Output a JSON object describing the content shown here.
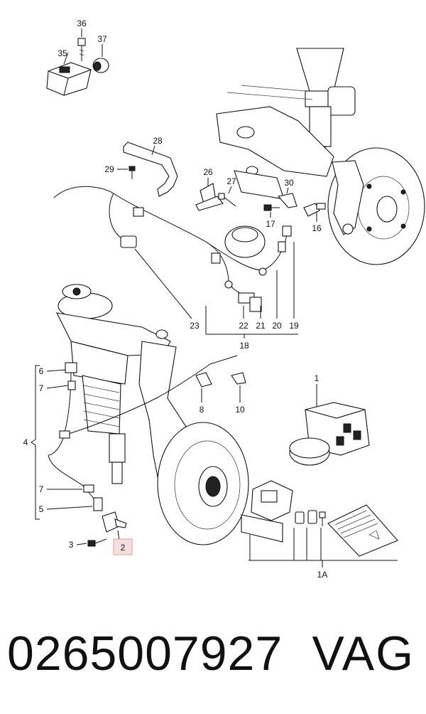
{
  "diagram": {
    "callouts": {
      "c1": "1",
      "c1a": "1A",
      "c2": "2",
      "c3": "3",
      "c4": "4",
      "c5": "5",
      "c6": "6",
      "c7a": "7",
      "c7b": "7",
      "c8": "8",
      "c10": "10",
      "c16": "16",
      "c17": "17",
      "c18": "18",
      "c19": "19",
      "c20": "20",
      "c21": "21",
      "c22": "22",
      "c23": "23",
      "c26": "26",
      "c27": "27",
      "c28": "28",
      "c29": "29",
      "c30": "30",
      "c35": "35",
      "c36": "36",
      "c37": "37"
    },
    "highlighted_callout": "2",
    "highlight_color": "#f7dede"
  },
  "footer": {
    "part_number": "0265007927",
    "brand": "VAG"
  }
}
